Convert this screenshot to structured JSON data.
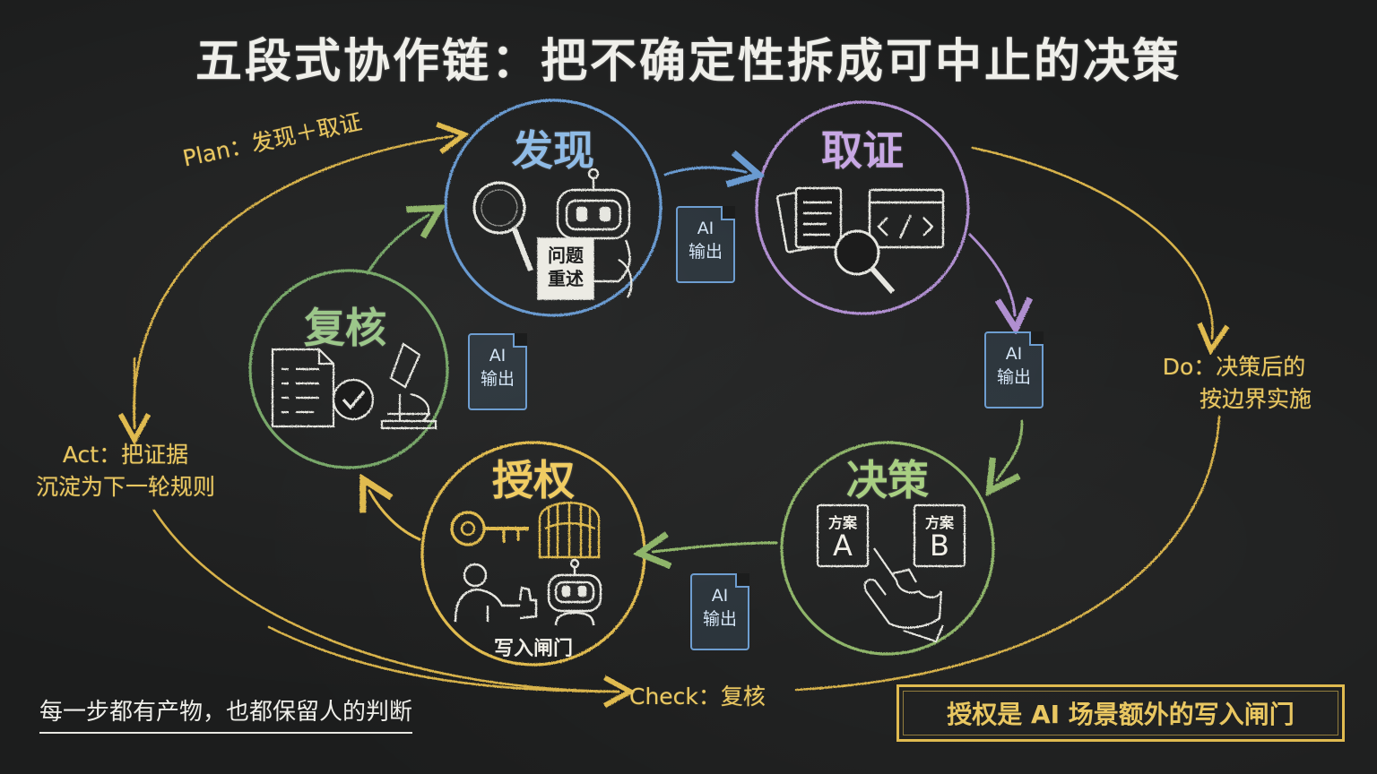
{
  "title": "五段式协作链：把不确定性拆成可中止的决策",
  "nodes": {
    "discover": {
      "label": "发现",
      "note": "问题\n重述",
      "note_line1": "问题",
      "note_line2": "重述",
      "color": "#6a9bd1",
      "icons": [
        "magnifier-icon",
        "robot-icon"
      ]
    },
    "evidence": {
      "label": "取证",
      "color": "#b08fd0",
      "icons": [
        "documents-icon",
        "code-window-icon",
        "magnifier-icon"
      ]
    },
    "decide": {
      "label": "决策",
      "color": "#8fb56a",
      "option_a_caption": "方案",
      "option_a_letter": "A",
      "option_b_caption": "方案",
      "option_b_letter": "B",
      "icons": [
        "pointing-hand-icon"
      ]
    },
    "authorize": {
      "label": "授权",
      "color": "#e0bb50",
      "note": "写入闸门",
      "icons": [
        "key-icon",
        "gate-icon",
        "human-thumbs-up-icon",
        "robot-icon"
      ]
    },
    "review": {
      "label": "复核",
      "color": "#79a86a",
      "icons": [
        "checklist-icon",
        "checkmark-icon",
        "microscope-icon"
      ]
    }
  },
  "ai_output": {
    "line1": "AI",
    "line2": "输出"
  },
  "cycle_labels": {
    "plan": "Plan：发现＋取证",
    "do_line1": "Do：决策后的",
    "do_line2": "按边界实施",
    "check": "Check：复核",
    "act_line1": "Act：把证据",
    "act_line2": "沉淀为下一轮规则"
  },
  "footer": {
    "left": "每一步都有产物，也都保留人的判断",
    "right": "授权是 AI 场景额外的写入闸门"
  },
  "colors": {
    "background": "#1c1d1d",
    "chalk_white": "#efefea",
    "chalk_yellow": "#e9c761",
    "chalk_blue": "#6e9ed1"
  }
}
